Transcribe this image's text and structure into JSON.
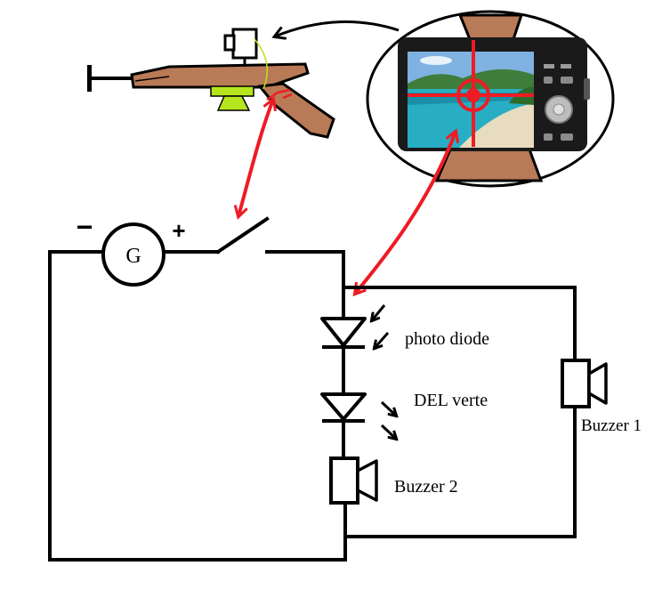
{
  "labels": {
    "generator": "G",
    "minus": "−",
    "plus": "+",
    "photodiode": "photo diode",
    "led": "DEL verte",
    "buzzer_1": "Buzzer 1",
    "buzzer_2": "Buzzer 2"
  },
  "colors": {
    "background": "#ffffff",
    "wire": "#000000",
    "link_arrow": "#ed1c24",
    "crosshair": "#ed1c24",
    "wood": "#b97a57",
    "lime": "#b5e61d",
    "camera_body": "#1a1a1a",
    "sky": "#7fb2e0",
    "hills": "#3f7d3c",
    "water": "#27aec4",
    "sand": "#e8dcc0"
  },
  "icons": {
    "rifle": "rifle-icon",
    "camera": "camera-icon",
    "generator": "generator-symbol",
    "switch": "switch-symbol",
    "photodiode": "photodiode-symbol",
    "led": "led-symbol",
    "buzzer": "buzzer-symbol"
  }
}
